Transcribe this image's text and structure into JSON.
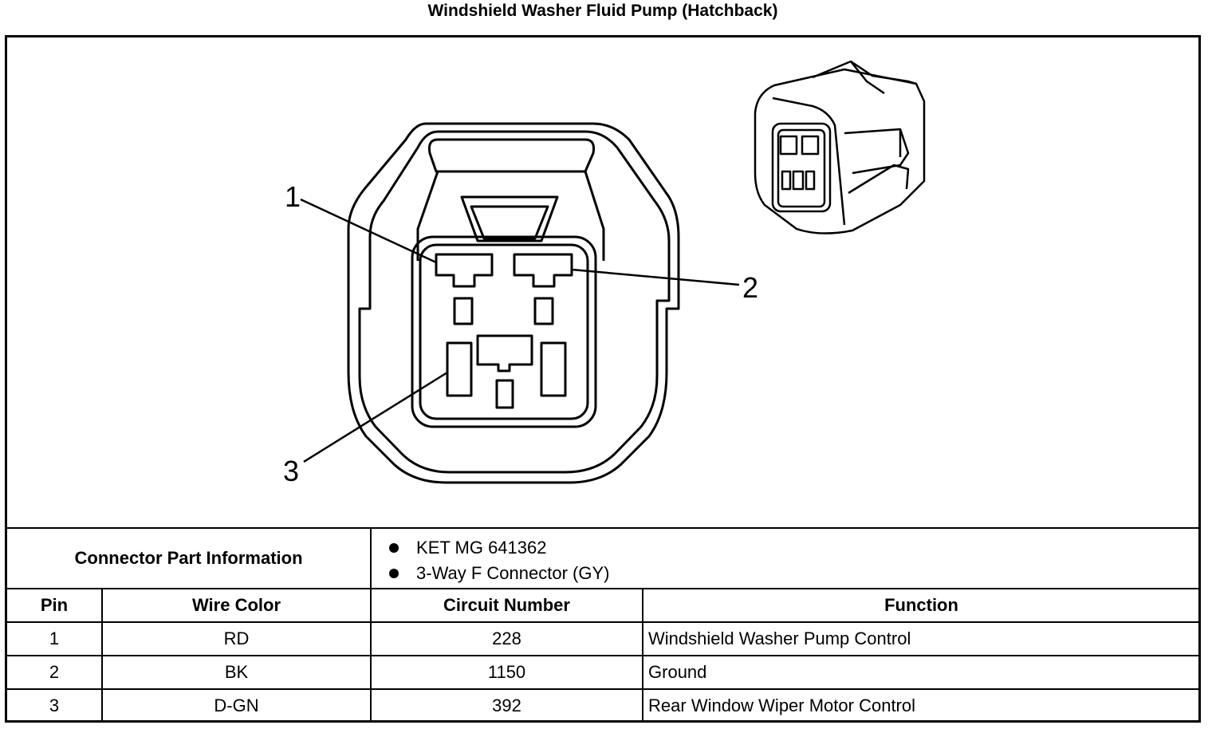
{
  "title": "Windshield Washer Fluid Pump (Hatchback)",
  "pin_labels": [
    "1",
    "2",
    "3"
  ],
  "connector_info": {
    "label": "Connector Part Information",
    "items": [
      "KET MG 641362",
      "3-Way F Connector (GY)"
    ]
  },
  "table": {
    "headers": [
      "Pin",
      "Wire Color",
      "Circuit Number",
      "Function"
    ],
    "rows": [
      {
        "pin": "1",
        "color": "RD",
        "circuit": "228",
        "function": "Windshield Washer Pump Control"
      },
      {
        "pin": "2",
        "color": "BK",
        "circuit": "1150",
        "function": "Ground"
      },
      {
        "pin": "3",
        "color": "D-GN",
        "circuit": "392",
        "function": "Rear Window Wiper Motor Control"
      }
    ]
  }
}
